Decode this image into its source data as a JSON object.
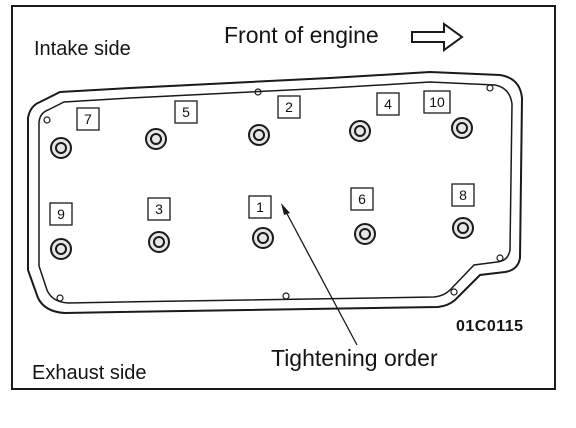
{
  "labels": {
    "intake_side": "Intake side",
    "front_of_engine": "Front of engine",
    "exhaust_side": "Exhaust side",
    "tightening_order": "Tightening order",
    "figure_code": "01C0115"
  },
  "bolts": [
    {
      "order": "7"
    },
    {
      "order": "5"
    },
    {
      "order": "2"
    },
    {
      "order": "4"
    },
    {
      "order": "10"
    },
    {
      "order": "9"
    },
    {
      "order": "3"
    },
    {
      "order": "1"
    },
    {
      "order": "6"
    },
    {
      "order": "8"
    }
  ],
  "icons": {
    "front_arrow": "right-arrow-outline-icon"
  }
}
